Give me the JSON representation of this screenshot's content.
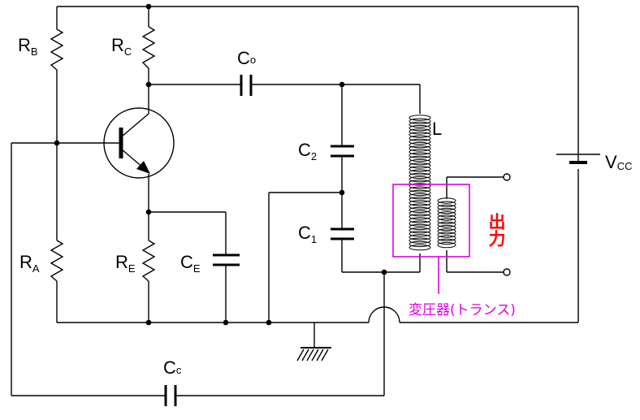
{
  "labels": {
    "rb": "R",
    "rb_sub": "B",
    "rc": "R",
    "rc_sub": "C",
    "ra": "R",
    "ra_sub": "A",
    "re": "R",
    "re_sub": "E",
    "co": "C",
    "co_sub": "o",
    "c2": "C",
    "c2_sub": "2",
    "c1": "C",
    "c1_sub": "1",
    "ce": "C",
    "ce_sub": "E",
    "cc": "C",
    "cc_sub": "c",
    "l": "L",
    "vcc": "V",
    "vcc_sub": "CC",
    "output": "出力",
    "transformer": "変圧器(トランス)"
  },
  "colors": {
    "wire": "#000000",
    "output_label": "#ff0000",
    "transformer_highlight": "#e000e0"
  }
}
